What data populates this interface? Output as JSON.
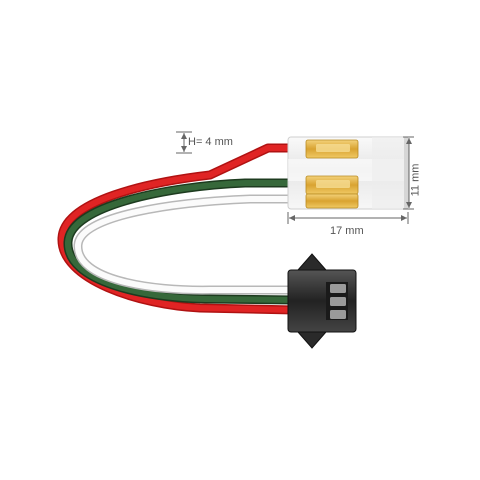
{
  "dimensions": {
    "height_label": "H= 4 mm",
    "width_label": "17 mm",
    "depth_label": "11 mm"
  },
  "colors": {
    "wire_red": "#d91e1e",
    "wire_green": "#2f5a30",
    "wire_white": "#f4f4f4",
    "contact_gold": "#e2b345",
    "connector_black": "#2b2b2b",
    "clip_clear": "#f2f2f2",
    "dimension_line": "#666666"
  }
}
